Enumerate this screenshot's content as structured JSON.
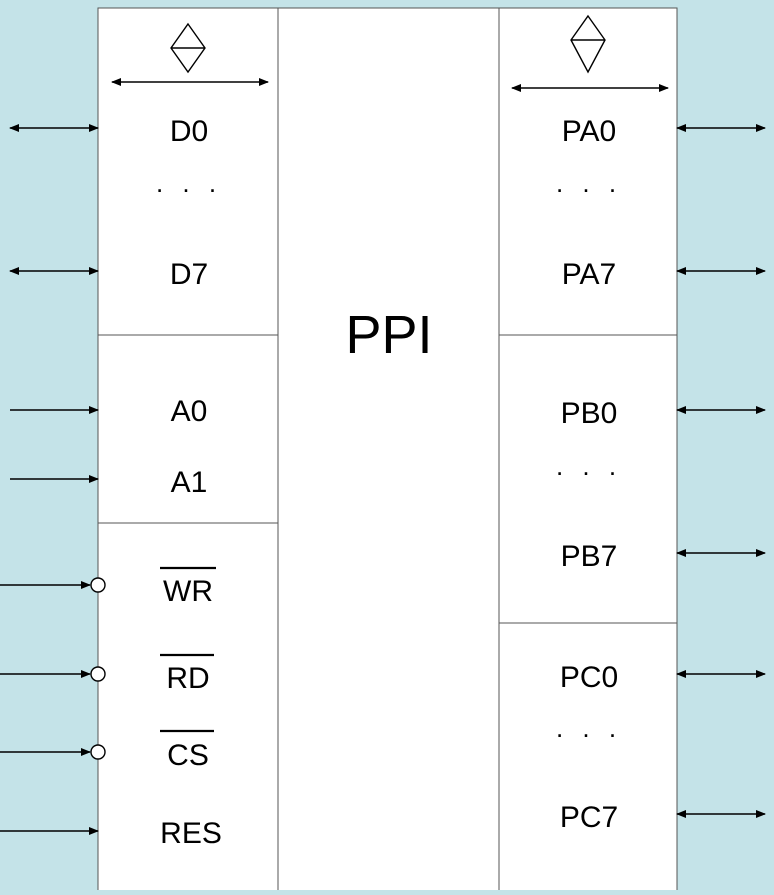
{
  "chip": {
    "name": "PPI",
    "colors": {
      "background": "#c4e3e8",
      "body": "#ffffff",
      "stroke": "#000000"
    }
  },
  "left_pins": {
    "data_bus": {
      "first": "D0",
      "ellipsis": ". . .",
      "last": "D7"
    },
    "address": [
      "A0",
      "A1"
    ],
    "control": {
      "write": "WR",
      "read": "RD",
      "chip_select": "CS",
      "reset": "RES"
    }
  },
  "right_pins": {
    "port_a": {
      "first": "PA0",
      "ellipsis": ". . .",
      "last": "PA7"
    },
    "port_b": {
      "first": "PB0",
      "ellipsis": ". . .",
      "last": "PB7"
    },
    "port_c": {
      "first": "PC0",
      "ellipsis": ". . .",
      "last": "PC7"
    }
  }
}
